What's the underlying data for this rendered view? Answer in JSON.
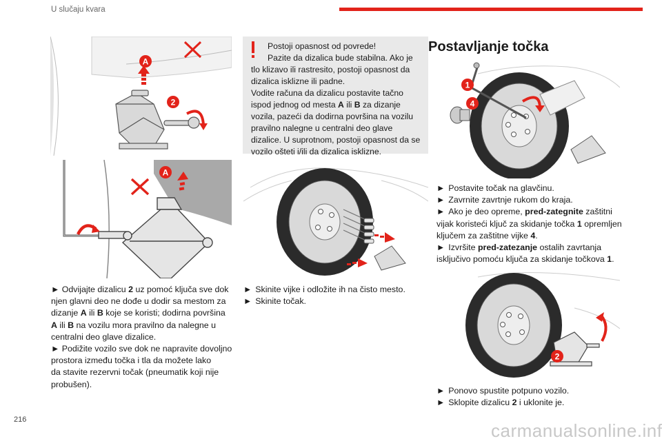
{
  "header": {
    "title": "U slučaju kvara",
    "accent_color": "#e2231a"
  },
  "page_number": "216",
  "watermark": "carmanualsonline.info",
  "figures": {
    "fig1": {
      "labels": [
        "A",
        "2"
      ]
    },
    "fig2": {
      "labels": [
        "A"
      ]
    },
    "fig3": {
      "labels": []
    },
    "fig4": {
      "labels": [
        "1",
        "4"
      ]
    },
    "fig5": {
      "labels": [
        "2"
      ]
    }
  },
  "left_column": {
    "lines": [
      [
        "► ",
        "Odvijajte dizalicu ",
        "2",
        " uz pomoć ključa sve dok"
      ],
      [
        "njen glavni deo ne dođe u dodir sa mestom za"
      ],
      [
        "dizanje ",
        "A",
        " ili ",
        "B",
        " koje se koristi; dodirna površina"
      ],
      [
        "A",
        " ili ",
        "B",
        " na vozilu mora pravilno da nalegne u"
      ],
      [
        "centralni deo glave dizalice."
      ],
      [
        "► ",
        "Podižite vozilo sve dok ne napravite dovoljno"
      ],
      [
        "prostora između točka i tla da možete lako"
      ],
      [
        "da stavite rezervni točak (pneumatik koji nije"
      ],
      [
        "probušen)."
      ]
    ]
  },
  "warning": {
    "icon": "exclamation-icon",
    "line1": "Postoji opasnost od povrede!",
    "line2": "Pazite da dizalica bude stabilna. Ako je",
    "line3": "tlo klizavo ili rastresito, postoji opasnost da",
    "line4": "dizalica isklizne ili padne.",
    "line5": "Vodite računa da dizalicu postavite tačno",
    "line6a": "ispod jednog od mesta ",
    "line6b": "A",
    "line6c": " ili ",
    "line6d": "B",
    "line6e": " za dizanje",
    "line7": "vozila, pazeći da dodirna površina na vozilu",
    "line8": "pravilno nalegne u centralni deo glave",
    "line9": "dizalice. U suprotnom, postoji opasnost da se",
    "line10": "vozilo ošteti i/ili da dizalica isklizne."
  },
  "middle_column": {
    "step1": "Skinite vijke i odložite ih na čisto mesto.",
    "step2": "Skinite točak.",
    "bullet": "►"
  },
  "right_column": {
    "section_title": "Postavljanje točka",
    "step1": "Postavite točak na glavčinu.",
    "step2": "Zavrnite zavrtnje rukom do kraja.",
    "step3a": "Ako je deo opreme, ",
    "step3b": "pred-zategnite",
    "step3c": " zaštitni",
    "step3d": "vijak koristeći ključ za skidanje točka ",
    "step3e": "1",
    "step3f": " opremljen",
    "step3g": "ključem za zaštitne vijke ",
    "step3h": "4",
    "step3i": ".",
    "step4a": "Izvršite ",
    "step4b": "pred-zatezanje",
    "step4c": " ostalih zavrtanja",
    "step4d": "isključivo pomoću ključa za skidanje točkova ",
    "step4e": "1",
    "step4f": ".",
    "step5": "Ponovo spustite potpuno vozilo.",
    "step6a": "Sklopite dizalicu ",
    "step6b": "2",
    "step6c": " i uklonite je.",
    "bullet": "►"
  }
}
